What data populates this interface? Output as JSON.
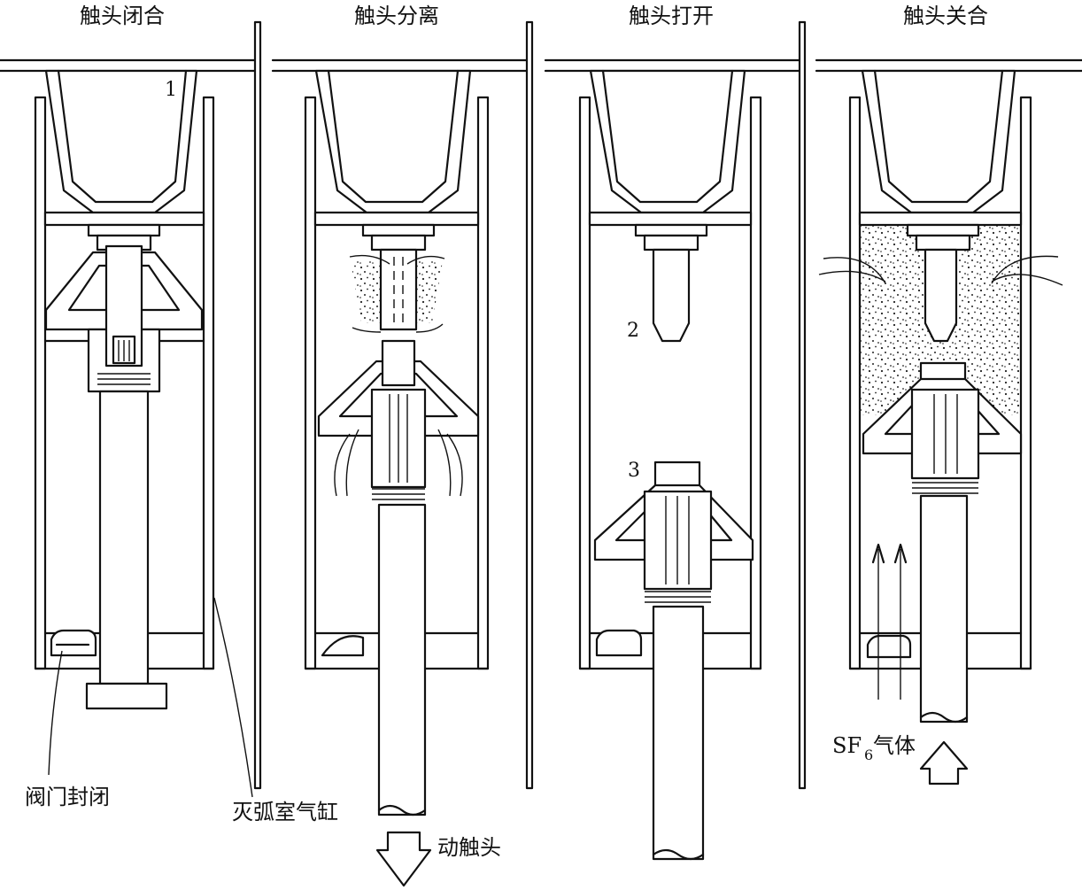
{
  "panels": [
    {
      "title": "触头闭合"
    },
    {
      "title": "触头分离"
    },
    {
      "title": "触头打开"
    },
    {
      "title": "触头关合"
    }
  ],
  "callouts": {
    "n1": "1",
    "n2": "2",
    "n3": "3"
  },
  "labels": {
    "valve_closed": "阀门封闭",
    "arc_cylinder": "灭弧室气缸",
    "moving_contact": "动触头",
    "sf6_main": "SF",
    "sf6_sub": "6",
    "sf6_gas": "气体"
  }
}
